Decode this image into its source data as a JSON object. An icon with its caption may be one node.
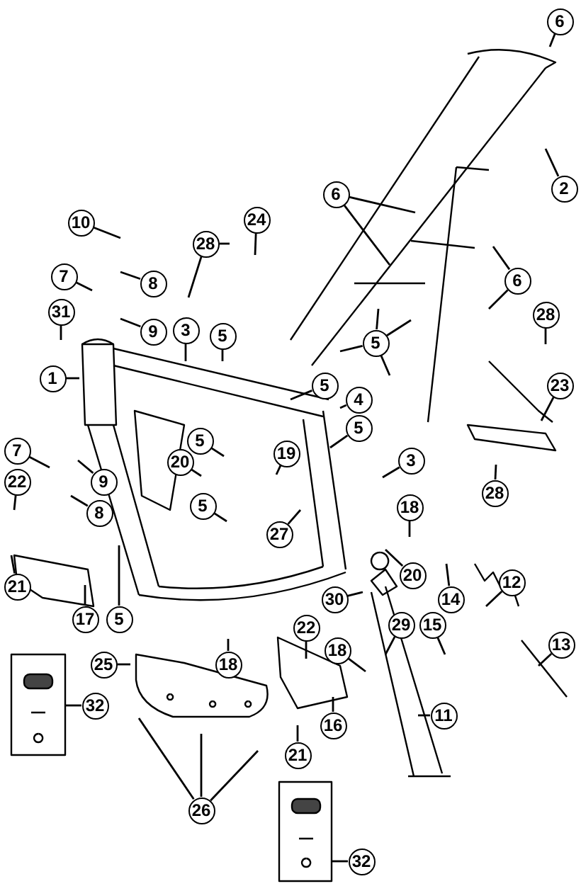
{
  "diagram": {
    "nodes": [
      {
        "text": [
          "6"
        ]
      },
      {
        "text": [
          "2"
        ]
      },
      {
        "text": [
          "6"
        ]
      },
      {
        "text": [
          "24"
        ]
      },
      {
        "text": [
          "10"
        ]
      },
      {
        "text": [
          "28"
        ]
      },
      {
        "text": [
          "8"
        ]
      },
      {
        "text": [
          "7"
        ]
      },
      {
        "text": [
          "6"
        ]
      },
      {
        "text": [
          "9"
        ]
      },
      {
        "text": [
          "31"
        ]
      },
      {
        "text": [
          "28"
        ]
      },
      {
        "text": [
          "3"
        ]
      },
      {
        "text": [
          "5"
        ]
      },
      {
        "text": [
          "5"
        ]
      },
      {
        "text": [
          "1"
        ]
      },
      {
        "text": [
          "5"
        ]
      },
      {
        "text": [
          "4"
        ]
      },
      {
        "text": [
          "23"
        ]
      },
      {
        "text": [
          "5"
        ]
      },
      {
        "text": [
          "7"
        ]
      },
      {
        "text": [
          "5"
        ]
      },
      {
        "text": [
          "9"
        ]
      },
      {
        "text": [
          "22"
        ]
      },
      {
        "text": [
          "20"
        ]
      },
      {
        "text": [
          "19"
        ]
      },
      {
        "text": [
          "3"
        ]
      },
      {
        "text": [
          "5"
        ]
      },
      {
        "text": [
          "8"
        ]
      },
      {
        "text": [
          "27"
        ]
      },
      {
        "text": [
          "18"
        ]
      },
      {
        "text": [
          "28"
        ]
      },
      {
        "text": [
          "20"
        ]
      },
      {
        "text": [
          "21"
        ]
      },
      {
        "text": [
          "17"
        ]
      },
      {
        "text": [
          "5"
        ]
      },
      {
        "text": [
          "12"
        ]
      },
      {
        "text": [
          "14"
        ]
      },
      {
        "text": [
          "30"
        ]
      },
      {
        "text": [
          "15"
        ]
      },
      {
        "text": [
          "29"
        ]
      },
      {
        "text": [
          "22"
        ]
      },
      {
        "text": [
          "18"
        ]
      },
      {
        "text": [
          "18"
        ]
      },
      {
        "text": [
          "25"
        ]
      },
      {
        "text": [
          "13"
        ]
      },
      {
        "text": [
          "32"
        ]
      },
      {
        "text": [
          "16"
        ]
      },
      {
        "text": [
          "11"
        ]
      },
      {
        "text": [
          "21"
        ]
      },
      {
        "text": [
          "32"
        ]
      },
      {
        "text": [
          "26"
        ]
      }
    ],
    "edges": [
      {
        "from": 0,
        "to": null,
        "arrow": "none"
      },
      {
        "from": 1,
        "to": null,
        "arrow": "none"
      },
      {
        "from": 2,
        "to": null,
        "arrow": "none"
      },
      {
        "from": 2,
        "to": null,
        "arrow": "none"
      },
      {
        "from": 3,
        "to": null,
        "arrow": "none"
      },
      {
        "from": 4,
        "to": null,
        "arrow": "none"
      },
      {
        "from": 5,
        "to": null,
        "arrow": "none"
      },
      {
        "from": 5,
        "to": null,
        "arrow": "none"
      },
      {
        "from": 6,
        "to": null,
        "arrow": "none"
      },
      {
        "from": 7,
        "to": null,
        "arrow": "none"
      },
      {
        "from": 8,
        "to": null,
        "arrow": "none"
      },
      {
        "from": 8,
        "to": null,
        "arrow": "none"
      },
      {
        "from": 9,
        "to": null,
        "arrow": "none"
      },
      {
        "from": 10,
        "to": null,
        "arrow": "none"
      },
      {
        "from": 11,
        "to": null,
        "arrow": "none"
      },
      {
        "from": 12,
        "to": null,
        "arrow": "none"
      },
      {
        "from": 13,
        "to": null,
        "arrow": "none"
      },
      {
        "from": 14,
        "to": null,
        "arrow": "none"
      },
      {
        "from": 14,
        "to": null,
        "arrow": "none"
      },
      {
        "from": 14,
        "to": null,
        "arrow": "none"
      },
      {
        "from": 14,
        "to": null,
        "arrow": "none"
      },
      {
        "from": 15,
        "to": null,
        "arrow": "none"
      },
      {
        "from": 16,
        "to": null,
        "arrow": "none"
      },
      {
        "from": 17,
        "to": null,
        "arrow": "none"
      },
      {
        "from": 18,
        "to": null,
        "arrow": "none"
      },
      {
        "from": 19,
        "to": null,
        "arrow": "none"
      },
      {
        "from": 20,
        "to": null,
        "arrow": "none"
      },
      {
        "from": 21,
        "to": null,
        "arrow": "none"
      },
      {
        "from": 22,
        "to": null,
        "arrow": "none"
      },
      {
        "from": 23,
        "to": null,
        "arrow": "none"
      },
      {
        "from": 24,
        "to": null,
        "arrow": "none"
      },
      {
        "from": 25,
        "to": null,
        "arrow": "none"
      },
      {
        "from": 26,
        "to": null,
        "arrow": "none"
      },
      {
        "from": 27,
        "to": null,
        "arrow": "none"
      },
      {
        "from": 28,
        "to": null,
        "arrow": "none"
      },
      {
        "from": 29,
        "to": null,
        "arrow": "none"
      },
      {
        "from": 30,
        "to": null,
        "arrow": "none"
      },
      {
        "from": 31,
        "to": null,
        "arrow": "none"
      },
      {
        "from": 32,
        "to": null,
        "arrow": "none"
      },
      {
        "from": 33,
        "to": null,
        "arrow": "none"
      },
      {
        "from": 34,
        "to": null,
        "arrow": "none"
      },
      {
        "from": 35,
        "to": null,
        "arrow": "none"
      },
      {
        "from": 36,
        "to": null,
        "arrow": "none"
      },
      {
        "from": 37,
        "to": null,
        "arrow": "none"
      },
      {
        "from": 38,
        "to": null,
        "arrow": "none"
      },
      {
        "from": 39,
        "to": null,
        "arrow": "none"
      },
      {
        "from": 40,
        "to": null,
        "arrow": "none"
      },
      {
        "from": 41,
        "to": null,
        "arrow": "none"
      },
      {
        "from": 42,
        "to": null,
        "arrow": "none"
      },
      {
        "from": 43,
        "to": null,
        "arrow": "none"
      },
      {
        "from": 44,
        "to": null,
        "arrow": "none"
      },
      {
        "from": 45,
        "to": null,
        "arrow": "none"
      },
      {
        "from": 46,
        "to": null,
        "arrow": "none"
      },
      {
        "from": 47,
        "to": null,
        "arrow": "none"
      },
      {
        "from": 48,
        "to": null,
        "arrow": "none"
      },
      {
        "from": 49,
        "to": null,
        "arrow": "none"
      },
      {
        "from": 50,
        "to": null,
        "arrow": "none"
      },
      {
        "from": 51,
        "to": null,
        "arrow": "none"
      },
      {
        "from": 51,
        "to": null,
        "arrow": "none"
      },
      {
        "from": 51,
        "to": null,
        "arrow": "none"
      }
    ]
  }
}
